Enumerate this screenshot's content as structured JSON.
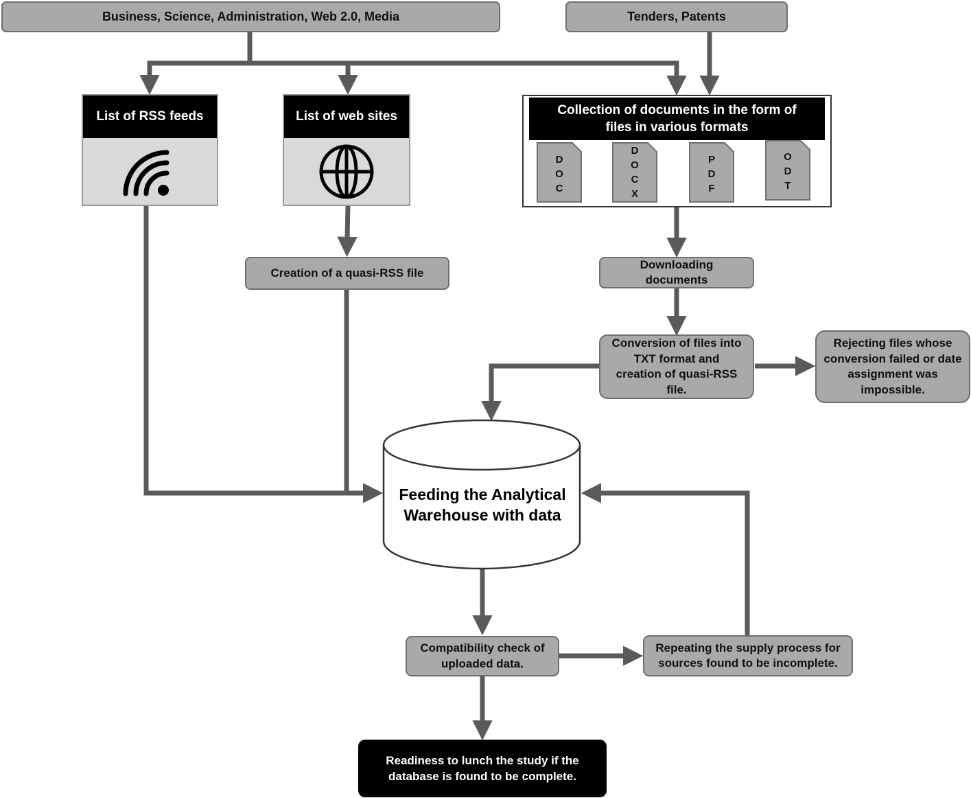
{
  "sources": {
    "general": "Business, Science, Administration, Web 2.0, Media",
    "tenders": "Tenders, Patents"
  },
  "panels": {
    "rss": {
      "title": "List of RSS feeds",
      "icon": "rss-feed-icon"
    },
    "web": {
      "title": "List of web sites",
      "icon": "globe-icon"
    }
  },
  "collection": {
    "title": "Collection of documents in the form of files in various formats",
    "files": [
      {
        "icon": "document-icon",
        "label": "D\nO\nC"
      },
      {
        "icon": "document-icon",
        "label": "D\nO\nC\nX"
      },
      {
        "icon": "document-icon",
        "label": "P\nD\nF"
      },
      {
        "icon": "document-icon",
        "label": "O\nD\nT"
      }
    ]
  },
  "steps": {
    "quasi_rss": "Creation of a quasi-RSS file",
    "downloading": "Downloading documents",
    "conversion": "Conversion of files into TXT format and creation of quasi-RSS file.",
    "rejecting": "Rejecting files whose conversion failed or date assignment was impossible.",
    "warehouse": "Feeding the Analytical Warehouse with data",
    "compatibility": "Compatibility check of uploaded data.",
    "repeating": "Repeating the supply process for sources found to be incomplete.",
    "readiness": "Readiness to lunch the study if the database is found to be complete."
  },
  "colors": {
    "box_fill": "#a9a9a9",
    "panel_fill": "#d9d9d9",
    "arrow": "#5a5a5a",
    "header": "#000000"
  }
}
